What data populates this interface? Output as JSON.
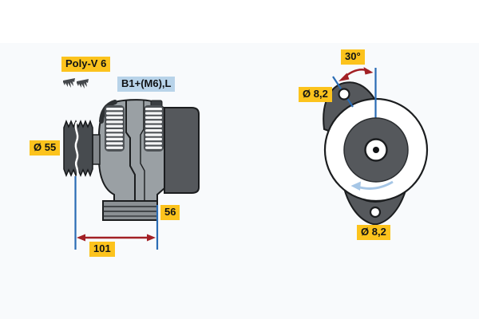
{
  "title": "Alternator technical drawing",
  "colors": {
    "background": "#ffffff",
    "lower_band": "#f8fafc",
    "label_yellow": "#fcc31d",
    "label_blue": "#b8d3e9",
    "label_text": "#101214",
    "dimension_line_blue": "#2a6cb5",
    "arrow_red": "#a22025",
    "rotation_arrow_blue": "#a6c6e6",
    "body_gray": "#9aa0a4",
    "dark_gray": "#55585c",
    "outline": "#1b1d1f"
  },
  "side_view": {
    "belt_label": "Poly-V 6",
    "terminal_label": "B1+(M6),L",
    "pulley_diameter_label": "Ø 55",
    "foot_dimension_label": "56",
    "length_dimension_label": "101"
  },
  "front_view": {
    "angle_label": "30°",
    "top_hole_label": "Ø 8,2",
    "bottom_hole_label": "Ø 8,2"
  }
}
